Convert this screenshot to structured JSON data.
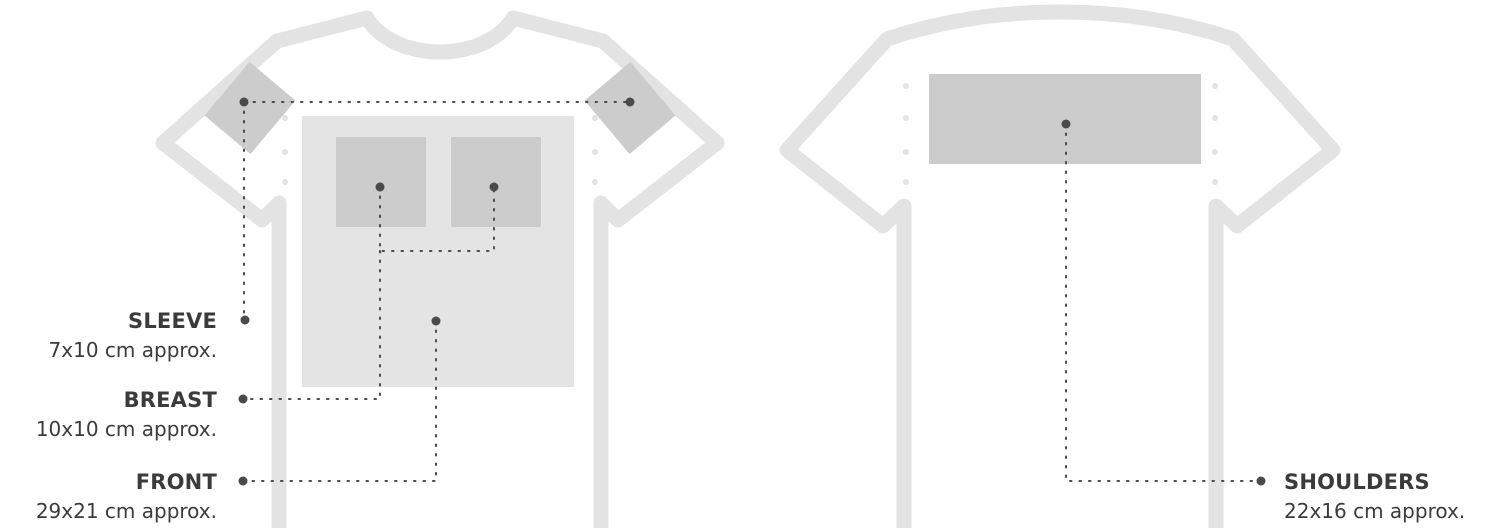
{
  "colors": {
    "outline": "#e3e3e3",
    "front_area": "#e4e4e4",
    "print_area": "#cccccc",
    "dot": "#4a4a4a",
    "text": "#3b3b3b"
  },
  "labels": {
    "sleeve": {
      "title": "SLEEVE",
      "size": "7x10 cm approx."
    },
    "breast": {
      "title": "BREAST",
      "size": "10x10 cm approx."
    },
    "front": {
      "title": "FRONT",
      "size": "29x21 cm approx."
    },
    "shoulders": {
      "title": "SHOULDERS",
      "size": "22x16 cm approx."
    }
  }
}
